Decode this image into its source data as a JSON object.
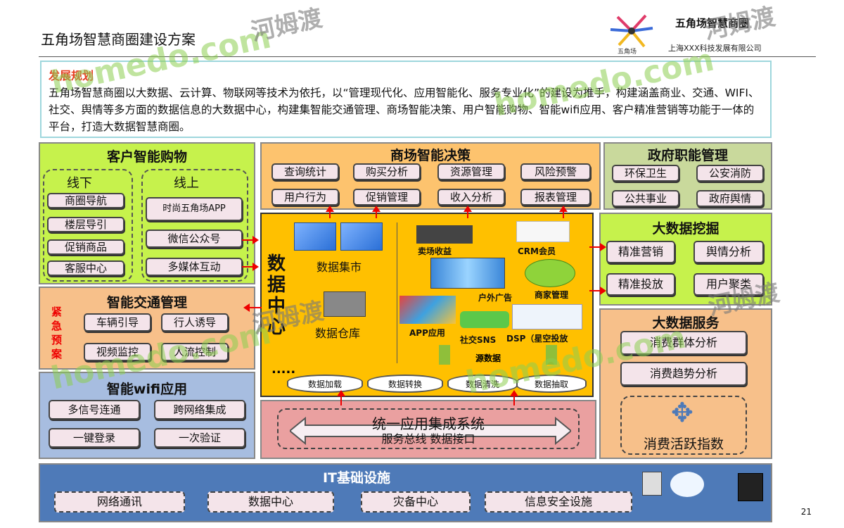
{
  "header": {
    "title": "五角场智慧商圈建设方案",
    "brand": "五角场智慧商圈",
    "company": "上海XXX科技发展有限公司",
    "logo_text": "五角场"
  },
  "plan": {
    "heading": "发展规划",
    "body": "五角场智慧商圈以大数据、云计算、物联网等技术为依托，以“管理现代化、应用智能化、服务专业化”的建设为推手，构建涵盖商业、交通、WIFI、社交、舆情等多方面的数据信息的大数据中心，构建集智能交通管理、商场智能决策、用户智能购物、智能wifi应用、客户精准营销等功能于一体的平台，打造大数据智慧商圈。"
  },
  "customer": {
    "title": "客户智能购物",
    "offline_title": "线下",
    "online_title": "线上",
    "offline": [
      "商圈导航",
      "楼层导引",
      "促销商品",
      "客服中心"
    ],
    "online": [
      "时尚五角场APP",
      "微信公众号",
      "多媒体互动"
    ]
  },
  "traffic": {
    "title": "智能交通管理",
    "side": "紧急预案",
    "items": [
      "车辆引导",
      "行人诱导",
      "视频监控",
      "人流控制"
    ]
  },
  "wifi": {
    "title": "智能wifi应用",
    "items": [
      "多信号连通",
      "跨网络集成",
      "一键登录",
      "一次验证"
    ]
  },
  "mall": {
    "title": "商场智能决策",
    "items": [
      "查询统计",
      "购买分析",
      "资源管理",
      "风险预警",
      "用户行为",
      "促销管理",
      "收入分析",
      "报表管理"
    ]
  },
  "gov": {
    "title": "政府职能管理",
    "items": [
      "环保卫生",
      "公安消防",
      "公共事业",
      "政府舆情"
    ]
  },
  "datacenter": {
    "title": "数据中心",
    "mart": "数据集市",
    "warehouse": "数据仓库",
    "ellipsis": ".....",
    "sources": [
      "卖场收益",
      "CRM会员",
      "户外广告",
      "商家管理",
      "APP应用",
      "社交SNS",
      "DSP（星空投放"
    ],
    "source_label": "源数据",
    "pipeline": [
      "数据加载",
      "数据转换",
      "数据清洗",
      "数据抽取"
    ]
  },
  "mining": {
    "title": "大数据挖掘",
    "items": [
      "精准营销",
      "舆情分析",
      "精准投放",
      "用户聚类"
    ]
  },
  "service": {
    "title": "大数据服务",
    "items": [
      "消费群体分析",
      "消费趋势分析",
      "消费活跃指数"
    ]
  },
  "integration": {
    "title": "统一应用集成系统",
    "subtitle": "服务总线 数据接口"
  },
  "it": {
    "title": "IT基础设施",
    "items": [
      "网络通讯",
      "数据中心",
      "灾备中心",
      "信息安全设施"
    ]
  },
  "watermark": {
    "latin": "homedo.com",
    "cn": "河姆渡"
  },
  "page_number": "21",
  "colors": {
    "accent_red": "#e00000",
    "plan_heading": "#e63c1f",
    "panel_green": "#c6f24c",
    "panel_orange": "#f7c08a",
    "datacenter": "#ffc000"
  }
}
